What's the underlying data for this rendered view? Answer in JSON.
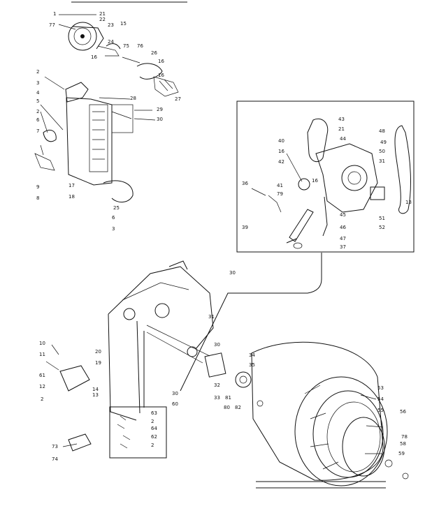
{
  "labels": [
    {
      "id": "c1",
      "t": "1"
    },
    {
      "id": "c21",
      "t": "21"
    },
    {
      "id": "c22",
      "t": "22"
    },
    {
      "id": "c23",
      "t": "23"
    },
    {
      "id": "c77",
      "t": "77"
    },
    {
      "id": "c15",
      "t": "15"
    },
    {
      "id": "c24",
      "t": "24"
    },
    {
      "id": "c75",
      "t": "75"
    },
    {
      "id": "c76",
      "t": "76"
    },
    {
      "id": "c16a",
      "t": "16"
    },
    {
      "id": "c26",
      "t": "26"
    },
    {
      "id": "c16b",
      "t": "16"
    },
    {
      "id": "c16c",
      "t": "16"
    },
    {
      "id": "c27",
      "t": "27"
    },
    {
      "id": "c28",
      "t": "28"
    },
    {
      "id": "c29",
      "t": "29"
    },
    {
      "id": "c30a",
      "t": "30"
    },
    {
      "id": "c2a",
      "t": "2"
    },
    {
      "id": "c3a",
      "t": "3"
    },
    {
      "id": "c4",
      "t": "4"
    },
    {
      "id": "c5",
      "t": "5"
    },
    {
      "id": "c2b",
      "t": "2"
    },
    {
      "id": "c6a",
      "t": "6"
    },
    {
      "id": "c7",
      "t": "7"
    },
    {
      "id": "c9",
      "t": "9"
    },
    {
      "id": "c8",
      "t": "8"
    },
    {
      "id": "c17",
      "t": "17"
    },
    {
      "id": "c18",
      "t": "18"
    },
    {
      "id": "c25",
      "t": "25"
    },
    {
      "id": "c6b",
      "t": "6"
    },
    {
      "id": "c3b",
      "t": "3"
    },
    {
      "id": "i43",
      "t": "43"
    },
    {
      "id": "i21",
      "t": "21"
    },
    {
      "id": "i44",
      "t": "44"
    },
    {
      "id": "i40",
      "t": "40"
    },
    {
      "id": "i16a",
      "t": "16"
    },
    {
      "id": "i42",
      "t": "42"
    },
    {
      "id": "i16b",
      "t": "16"
    },
    {
      "id": "i36",
      "t": "36"
    },
    {
      "id": "i41",
      "t": "41"
    },
    {
      "id": "i79",
      "t": "79"
    },
    {
      "id": "i48",
      "t": "48"
    },
    {
      "id": "i49",
      "t": "49"
    },
    {
      "id": "i50",
      "t": "50"
    },
    {
      "id": "i31",
      "t": "31"
    },
    {
      "id": "i45",
      "t": "45"
    },
    {
      "id": "i46",
      "t": "46"
    },
    {
      "id": "i47",
      "t": "47"
    },
    {
      "id": "i51",
      "t": "51"
    },
    {
      "id": "i52",
      "t": "52"
    },
    {
      "id": "i39",
      "t": "39"
    },
    {
      "id": "i37",
      "t": "37"
    },
    {
      "id": "i13",
      "t": "13"
    },
    {
      "id": "m30a",
      "t": "30"
    },
    {
      "id": "m31",
      "t": "31"
    },
    {
      "id": "m30b",
      "t": "30"
    },
    {
      "id": "m34",
      "t": "34"
    },
    {
      "id": "m35",
      "t": "35"
    },
    {
      "id": "m32",
      "t": "32"
    },
    {
      "id": "m33",
      "t": "33"
    },
    {
      "id": "m81",
      "t": "81"
    },
    {
      "id": "m82",
      "t": "82"
    },
    {
      "id": "m80",
      "t": "80"
    },
    {
      "id": "m30c",
      "t": "30"
    },
    {
      "id": "m60",
      "t": "60"
    },
    {
      "id": "m53",
      "t": "53"
    },
    {
      "id": "m54",
      "t": "54"
    },
    {
      "id": "m55",
      "t": "55"
    },
    {
      "id": "m56",
      "t": "56"
    },
    {
      "id": "m78",
      "t": "78"
    },
    {
      "id": "m58",
      "t": "58"
    },
    {
      "id": "m59",
      "t": "59"
    },
    {
      "id": "l10",
      "t": "10"
    },
    {
      "id": "l11",
      "t": "11"
    },
    {
      "id": "l20",
      "t": "20"
    },
    {
      "id": "l19",
      "t": "19"
    },
    {
      "id": "l61",
      "t": "61"
    },
    {
      "id": "l12",
      "t": "12"
    },
    {
      "id": "l14",
      "t": "14"
    },
    {
      "id": "l13",
      "t": "13"
    },
    {
      "id": "l2",
      "t": "2"
    },
    {
      "id": "l73",
      "t": "73"
    },
    {
      "id": "l74",
      "t": "74"
    },
    {
      "id": "b63",
      "t": "63"
    },
    {
      "id": "b2a",
      "t": "2"
    },
    {
      "id": "b64",
      "t": "64"
    },
    {
      "id": "b62",
      "t": "62"
    },
    {
      "id": "b2b",
      "t": "2"
    }
  ]
}
